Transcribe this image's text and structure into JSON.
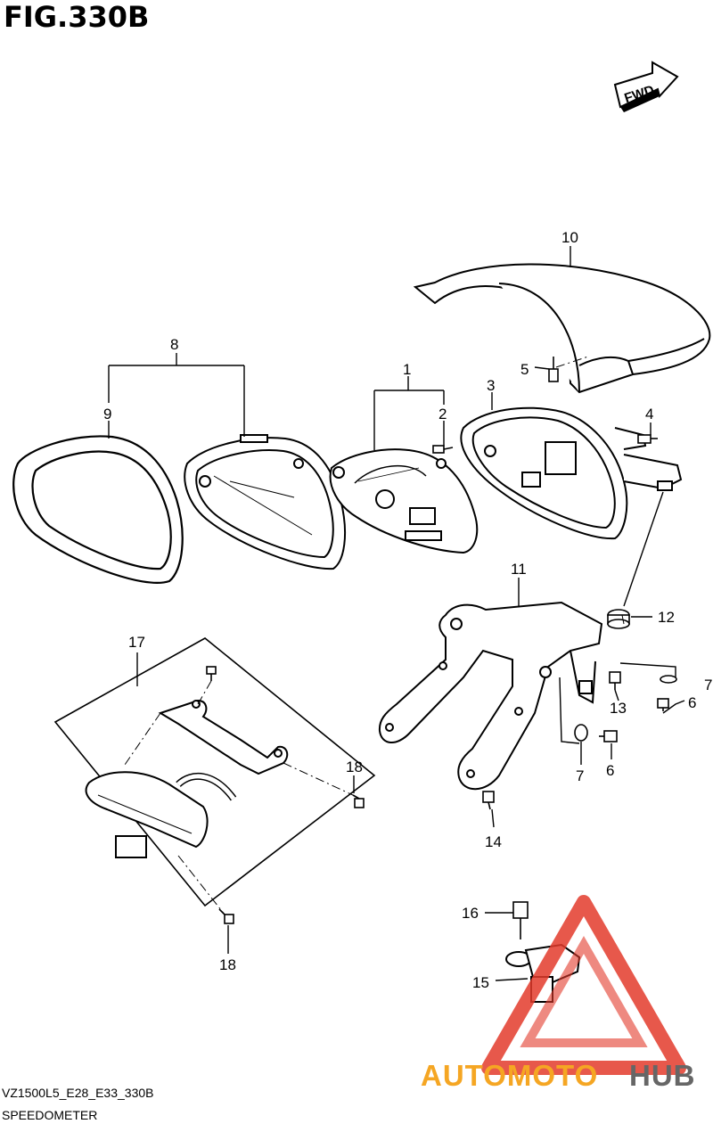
{
  "figure": {
    "title": "FIG.330B",
    "code": "VZ1500L5_E28_E33_330B",
    "name": "SPEEDOMETER",
    "fwd_label": "FWD"
  },
  "callouts": {
    "p1": "1",
    "p2": "2",
    "p3": "3",
    "p4": "4",
    "p5": "5",
    "p6a": "6",
    "p6b": "6",
    "p7a": "7",
    "p7b": "7",
    "p8": "8",
    "p9": "9",
    "p10": "10",
    "p11": "11",
    "p12": "12",
    "p13": "13",
    "p14": "14",
    "p15": "15",
    "p16": "16",
    "p17": "17",
    "p18a": "18",
    "p18b": "18"
  },
  "watermark": {
    "text_orange": "AUTOMOTO",
    "text_gray": "HUB",
    "color_orange": "#f5a623",
    "color_gray": "#666666",
    "color_red": "#e33b2b"
  }
}
